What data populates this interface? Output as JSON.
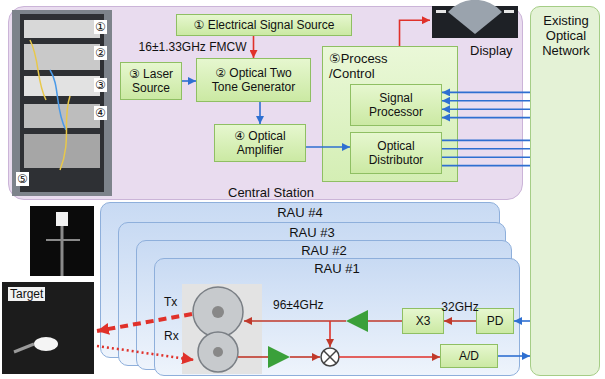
{
  "diagram": {
    "nodes": [
      {
        "text": [
          "Central Station"
        ]
      },
      {
        "text": [
          "① Electrical Signal Source"
        ],
        "in": 0
      },
      {
        "text": [
          "③ Laser Source"
        ],
        "in": 0
      },
      {
        "text": [
          "② Optical Two Tone Generator"
        ],
        "in": 0
      },
      {
        "text": [
          "④ Optical Amplifier"
        ],
        "in": 0
      },
      {
        "text": [
          "⑤Process /Control"
        ],
        "in": 0
      },
      {
        "text": [
          "Signal Processor"
        ],
        "in": 5
      },
      {
        "text": [
          "Optical Distributor"
        ],
        "in": 5
      },
      {
        "text": [
          "Display"
        ],
        "in": 0
      },
      {
        "text": [
          "Existing Optical Network"
        ]
      },
      {
        "text": [
          "RAU #4"
        ]
      },
      {
        "text": [
          "RAU #3"
        ]
      },
      {
        "text": [
          "RAU #2"
        ]
      },
      {
        "text": [
          "RAU #1"
        ]
      },
      {
        "text": [
          "PD"
        ],
        "in": 13
      },
      {
        "text": [
          "X3"
        ],
        "in": 13
      },
      {
        "text": [
          "A/D"
        ],
        "in": 13
      },
      {
        "text": [
          "Target"
        ]
      }
    ],
    "edges": [
      {
        "from": 1,
        "to": 3,
        "arrow": "to",
        "label": "16±1.33GHz FMCW"
      },
      {
        "from": 2,
        "to": 3,
        "arrow": "to"
      },
      {
        "from": 3,
        "to": 4,
        "arrow": "to"
      },
      {
        "from": 4,
        "to": 7,
        "arrow": "to"
      },
      {
        "from": 5,
        "to": 8,
        "arrow": "to"
      },
      {
        "from": 9,
        "to": 6,
        "arrow": "to"
      },
      {
        "from": 9,
        "to": 6,
        "arrow": "to"
      },
      {
        "from": 9,
        "to": 6,
        "arrow": "to"
      },
      {
        "from": 9,
        "to": 6,
        "arrow": "to"
      },
      {
        "from": 7,
        "to": 9,
        "arrow": "none"
      },
      {
        "from": 7,
        "to": 9,
        "arrow": "none"
      },
      {
        "from": 7,
        "to": 9,
        "arrow": "none"
      },
      {
        "from": 7,
        "to": 9,
        "arrow": "none"
      },
      {
        "from": 9,
        "to": 14,
        "arrow": "to"
      },
      {
        "from": 14,
        "to": 15,
        "arrow": "to",
        "label": "32GHz"
      },
      {
        "from": 16,
        "to": 9,
        "arrow": "to"
      }
    ],
    "labels": [
      "①",
      "②",
      "③",
      "④",
      "⑤",
      "96±4GHz",
      "Tx",
      "Rx"
    ]
  }
}
